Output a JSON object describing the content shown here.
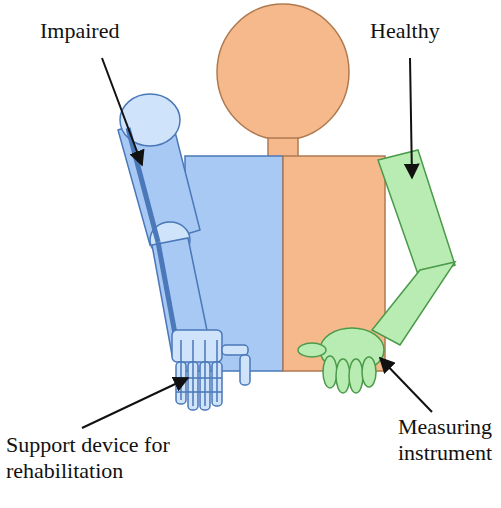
{
  "diagram": {
    "labels": [
      "Impaired",
      "Healthy",
      "Support device for rehabilitation",
      "Measuring instrument"
    ]
  }
}
